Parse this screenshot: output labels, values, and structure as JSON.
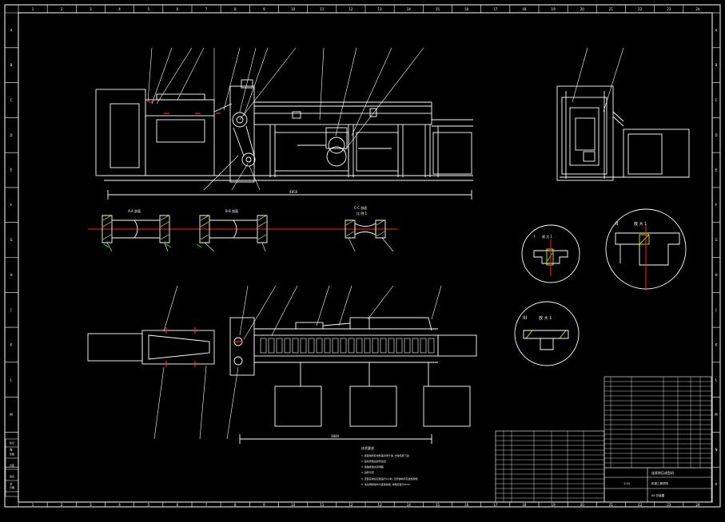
{
  "canvas": {
    "background": "#000000",
    "line_color": "#ffffff",
    "center_line_color": "#ff2020",
    "hatch_color": "#ffff00",
    "accent_green": "#00ff00"
  },
  "border": {
    "columns": [
      "1",
      "2",
      "3",
      "4",
      "5",
      "6",
      "7",
      "8",
      "9",
      "10",
      "11",
      "12",
      "13",
      "14",
      "15",
      "16",
      "17",
      "18",
      "19",
      "20",
      "21",
      "22",
      "23",
      "24"
    ],
    "rows": [
      "A",
      "B",
      "C",
      "D",
      "E",
      "F",
      "G",
      "H",
      "J",
      "K",
      "L",
      "M",
      "N",
      "P"
    ]
  },
  "section_labels": {
    "sec1": "A-A 剖面",
    "sec2": "B-B 剖面",
    "sec3": "C-C 剖面",
    "sec3_scale": "比 例 1",
    "detail_i": "I",
    "detail_i_scale": "放 大 1",
    "detail_ii": "II",
    "detail_ii_scale": "放 大 1",
    "detail_iii": "III",
    "detail_iii_scale": "放 大 1"
  },
  "dimensions": {
    "top_overall": "4850",
    "plan_overall": "3840"
  },
  "notes": {
    "title": "技术要求",
    "lines": [
      "1. 装配前所有零件需清洗干净, 去除毛刺飞边",
      "2. 链条安装后张紧适当",
      "3. 各轴承加注润滑脂",
      "4. 运转平稳",
      "5. 安装完成后空载运行2小时, 无异常响声及发热现象",
      "6. 未注明焊缝均为连续焊缝, 焊角高度为5mm"
    ]
  },
  "title_block": {
    "drawing_name": "连续热压成型机",
    "scale": "1:10",
    "sheet": "A0 总装图",
    "company": "机械工程学院"
  },
  "left_strip": [
    "标记",
    "处数",
    "分区",
    "签名",
    "日期"
  ]
}
